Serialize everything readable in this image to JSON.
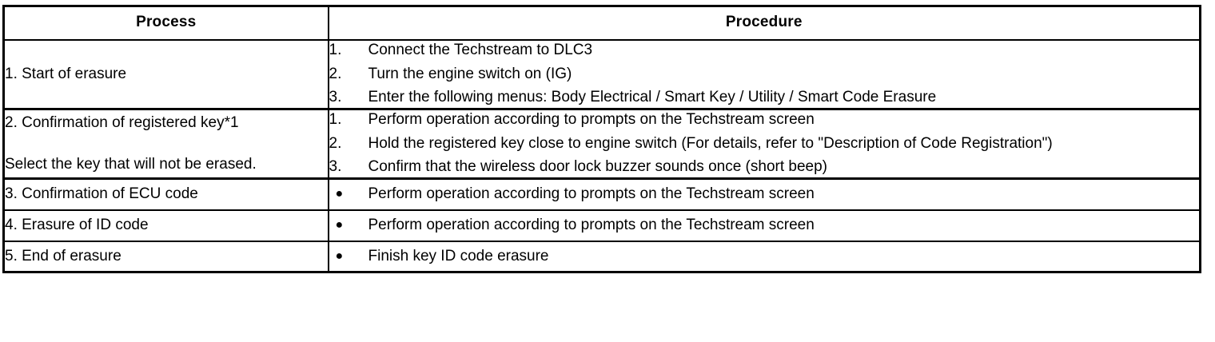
{
  "table": {
    "headers": {
      "process": "Process",
      "procedure": "Procedure"
    },
    "rows": [
      {
        "process_title": "1. Start of erasure",
        "process_note": "",
        "list_type": "ordered",
        "items": [
          {
            "marker": "1.",
            "text": "Connect the Techstream to DLC3"
          },
          {
            "marker": "2.",
            "text": "Turn the engine switch on (IG)"
          },
          {
            "marker": "3.",
            "text": "Enter the following menus: Body Electrical / Smart Key / Utility / Smart Code Erasure"
          }
        ]
      },
      {
        "process_title": "2. Confirmation of registered key*1",
        "process_note": "Select the key that will not be erased.",
        "list_type": "ordered",
        "items": [
          {
            "marker": "1.",
            "text": "Perform operation according to prompts on the Techstream screen"
          },
          {
            "marker": "2.",
            "text": "Hold the registered key close to engine switch (For details, refer to \"Description of Code Registration\")"
          },
          {
            "marker": "3.",
            "text": "Confirm that the wireless door lock buzzer sounds once (short beep)"
          }
        ]
      },
      {
        "process_title": "3. Confirmation of ECU code",
        "process_note": "",
        "list_type": "bullet",
        "items": [
          {
            "marker": "●",
            "text": "Perform operation according to prompts on the Techstream screen"
          }
        ]
      },
      {
        "process_title": "4. Erasure of ID code",
        "process_note": "",
        "list_type": "bullet",
        "items": [
          {
            "marker": "●",
            "text": "Perform operation according to prompts on the Techstream screen"
          }
        ]
      },
      {
        "process_title": "5. End of erasure",
        "process_note": "",
        "list_type": "bullet",
        "items": [
          {
            "marker": "●",
            "text": "Finish key ID code erasure"
          }
        ]
      }
    ]
  },
  "colors": {
    "border": "#000000",
    "text": "#000000",
    "background": "#ffffff"
  }
}
